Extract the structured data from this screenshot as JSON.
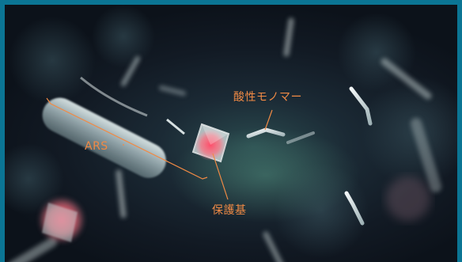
{
  "labels": {
    "acidic_monomer": "酸性モノマー",
    "ars": "ARS",
    "protecting_group": "保護基"
  },
  "colors": {
    "frame_border": "#0b7594",
    "annotation": "#f08a45",
    "protecting_group_glow": "#ff5a6e"
  },
  "icons": {
    "monomer_rod": "rod-shape",
    "ars_capsule": "capsule-shape",
    "protecting_group_crystal": "crystal-shape"
  }
}
